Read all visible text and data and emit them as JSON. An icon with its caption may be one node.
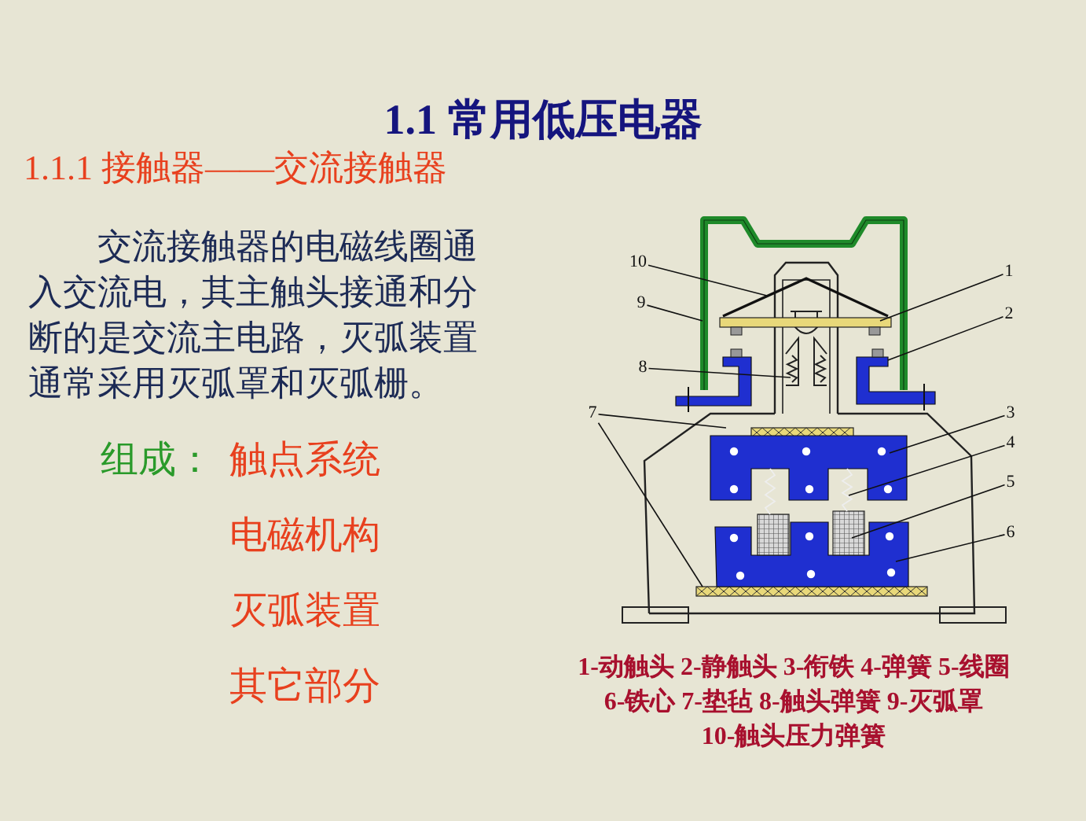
{
  "diagram": {
    "title": "1.1 常用低压电器",
    "nodes": [
      {
        "text": [
          "10"
        ]
      },
      {
        "text": [
          "1"
        ]
      },
      {
        "text": [
          "9"
        ]
      },
      {
        "text": [
          "2"
        ]
      },
      {
        "text": [
          "8"
        ]
      },
      {
        "text": [
          "7"
        ]
      },
      {
        "text": [
          "3"
        ]
      },
      {
        "text": [
          "4"
        ]
      },
      {
        "text": [
          "5"
        ]
      },
      {
        "text": [
          "6"
        ]
      }
    ],
    "edges": [
      {
        "from": 0,
        "to": null,
        "arrow": "none"
      },
      {
        "from": 1,
        "to": null,
        "arrow": "none"
      },
      {
        "from": 2,
        "to": null,
        "arrow": "none"
      },
      {
        "from": 3,
        "to": null,
        "arrow": "none"
      },
      {
        "from": 4,
        "to": null,
        "arrow": "none"
      },
      {
        "from": 5,
        "to": null,
        "arrow": "none"
      },
      {
        "from": 5,
        "to": null,
        "arrow": "none"
      },
      {
        "from": 6,
        "to": null,
        "arrow": "none"
      },
      {
        "from": 7,
        "to": null,
        "arrow": "none"
      },
      {
        "from": 8,
        "to": null,
        "arrow": "none"
      },
      {
        "from": 9,
        "to": null,
        "arrow": "none"
      }
    ],
    "labels": [
      "1.1.1 接触器——交流接触器",
      "交流接触器的电磁线圈通入交流电，其主触头接通和分断的是交流主电路，灭弧装置通常采用灭弧罩和灭弧栅。",
      "组成：",
      "触点系统",
      "电磁机构",
      "灭弧装置",
      "其它部分",
      "1-动触头 2-静触头 3-衔铁 4-弹簧 5-线圈",
      "6-铁心 7-垫毡 8-触头弹簧 9-灭弧罩",
      "10-触头压力弹簧"
    ]
  }
}
